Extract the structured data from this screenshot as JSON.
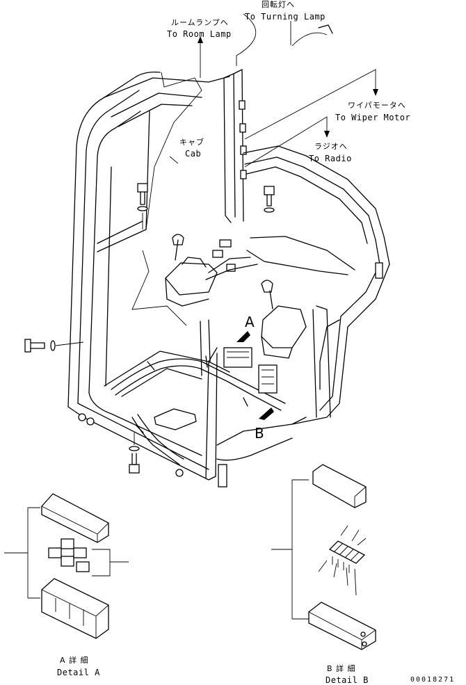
{
  "labels": {
    "turning_lamp_jp": "回転灯へ",
    "turning_lamp_en": "To Turning Lamp",
    "room_lamp_jp": "ルームランプへ",
    "room_lamp_en": "To Room Lamp",
    "wiper_motor_jp": "ワイパモータへ",
    "wiper_motor_en": "To Wiper Motor",
    "radio_jp": "ラジオへ",
    "radio_en": "To Radio",
    "cab_jp": "キャブ",
    "cab_en": "Cab",
    "callout_a": "A",
    "callout_b": "B"
  },
  "details": {
    "a_jp": "A 詳 細",
    "a_en": "Detail A",
    "b_jp": "B 詳 細",
    "b_en": "Detail B"
  },
  "drawing_number": "00018271"
}
